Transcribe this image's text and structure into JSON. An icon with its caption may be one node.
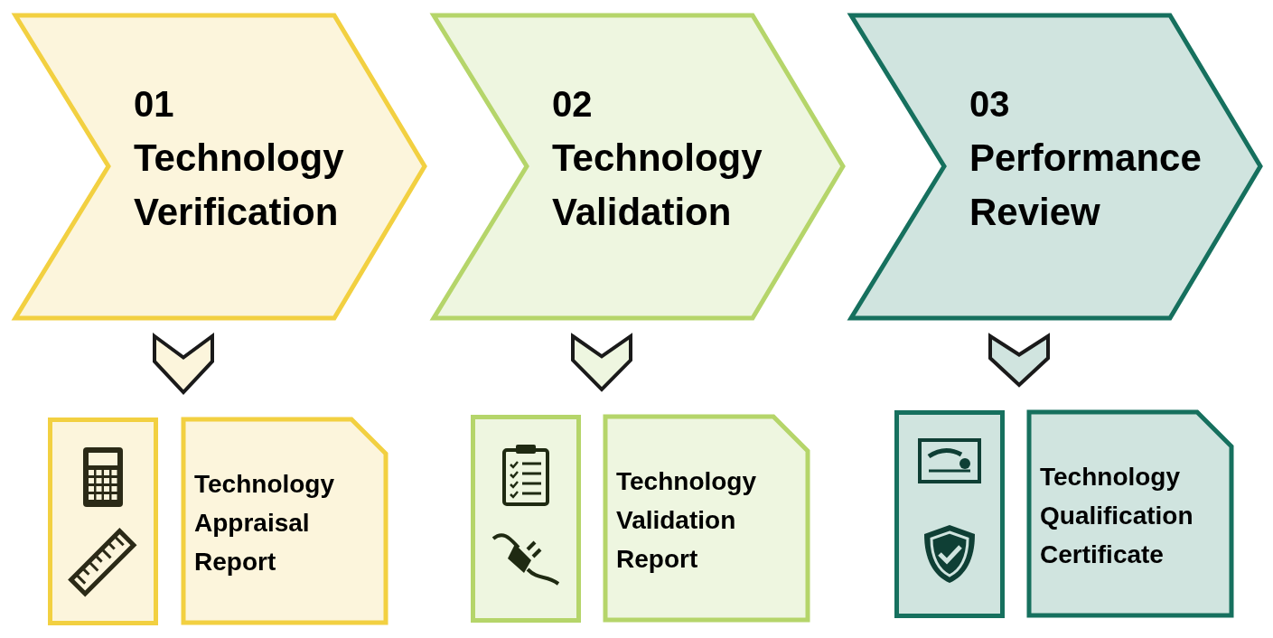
{
  "diagram": {
    "nodes": [
      {
        "text": [
          "01",
          "Technology Verification"
        ]
      },
      {
        "text": [],
        "shape": "box"
      },
      {
        "text": [
          "Technology Appraisal Report"
        ]
      },
      {
        "text": [
          "02",
          "Technology Validation"
        ]
      },
      {
        "text": [],
        "shape": "box"
      },
      {
        "text": [
          "Technology Validation Report"
        ]
      },
      {
        "text": [
          "03",
          "Performance Review"
        ]
      },
      {
        "text": [],
        "shape": "box"
      },
      {
        "text": [
          "Technology Qualification Certificate"
        ]
      }
    ],
    "edges": [
      {
        "from": 0,
        "to": 1,
        "arrow": "to"
      },
      {
        "from": 0,
        "to": 2,
        "arrow": "to"
      },
      {
        "from": 3,
        "to": 4,
        "arrow": "to"
      },
      {
        "from": 3,
        "to": 5,
        "arrow": "to"
      },
      {
        "from": 6,
        "to": 7,
        "arrow": "to"
      },
      {
        "from": 6,
        "to": 8,
        "arrow": "to"
      }
    ]
  }
}
